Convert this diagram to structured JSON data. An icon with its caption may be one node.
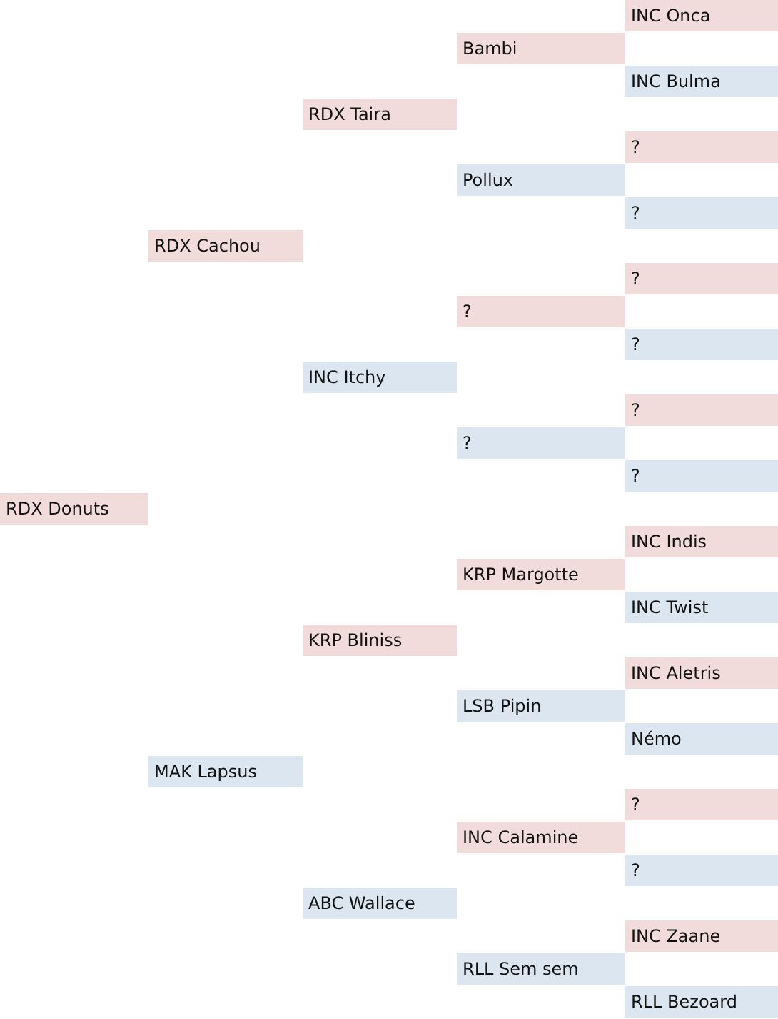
{
  "diagram": {
    "nodes": [
      {
        "text": [
          "RDX Donuts"
        ]
      },
      {
        "text": [
          "RDX Cachou"
        ]
      },
      {
        "text": [
          "MAK Lapsus"
        ]
      },
      {
        "text": [
          "RDX Taira"
        ]
      },
      {
        "text": [
          "INC Itchy"
        ]
      },
      {
        "text": [
          "KRP Bliniss"
        ]
      },
      {
        "text": [
          "ABC Wallace"
        ]
      },
      {
        "text": [
          "Bambi"
        ]
      },
      {
        "text": [
          "Pollux"
        ]
      },
      {
        "text": [
          "?"
        ]
      },
      {
        "text": [
          "?"
        ]
      },
      {
        "text": [
          "KRP Margotte"
        ]
      },
      {
        "text": [
          "LSB Pipin"
        ]
      },
      {
        "text": [
          "INC Calamine"
        ]
      },
      {
        "text": [
          "RLL Sem sem"
        ]
      },
      {
        "text": [
          "INC Onca"
        ]
      },
      {
        "text": [
          "INC Bulma"
        ]
      },
      {
        "text": [
          "?"
        ]
      },
      {
        "text": [
          "?"
        ]
      },
      {
        "text": [
          "?"
        ]
      },
      {
        "text": [
          "?"
        ]
      },
      {
        "text": [
          "?"
        ]
      },
      {
        "text": [
          "?"
        ]
      },
      {
        "text": [
          "INC Indis"
        ]
      },
      {
        "text": [
          "INC Twist"
        ]
      },
      {
        "text": [
          "INC Aletris"
        ]
      },
      {
        "text": [
          "Némo"
        ]
      },
      {
        "text": [
          "?"
        ]
      },
      {
        "text": [
          "?"
        ]
      },
      {
        "text": [
          "INC Zaane"
        ]
      },
      {
        "text": [
          "RLL Bezoard"
        ]
      }
    ]
  }
}
